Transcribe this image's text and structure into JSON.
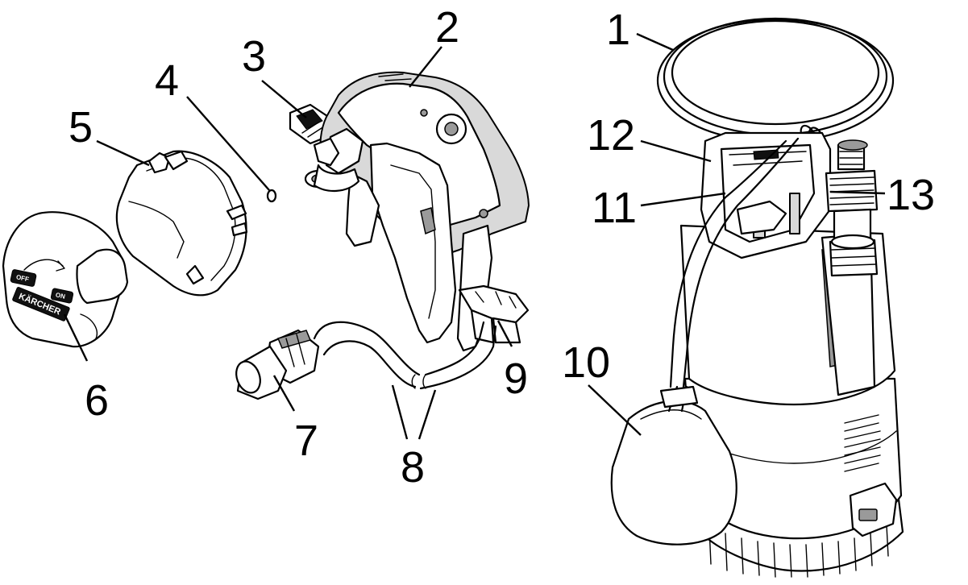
{
  "callouts": [
    {
      "id": 1,
      "label": "1"
    },
    {
      "id": 2,
      "label": "2"
    },
    {
      "id": 3,
      "label": "3"
    },
    {
      "id": 4,
      "label": "4"
    },
    {
      "id": 5,
      "label": "5"
    },
    {
      "id": 6,
      "label": "6"
    },
    {
      "id": 7,
      "label": "7"
    },
    {
      "id": 8,
      "label": "8"
    },
    {
      "id": 9,
      "label": "9"
    },
    {
      "id": 10,
      "label": "10"
    },
    {
      "id": 11,
      "label": "11"
    },
    {
      "id": 12,
      "label": "12"
    },
    {
      "id": 13,
      "label": "13"
    }
  ],
  "cover": {
    "brand": "KÄRCHER",
    "off_label": "OFF",
    "on_label": "ON"
  }
}
